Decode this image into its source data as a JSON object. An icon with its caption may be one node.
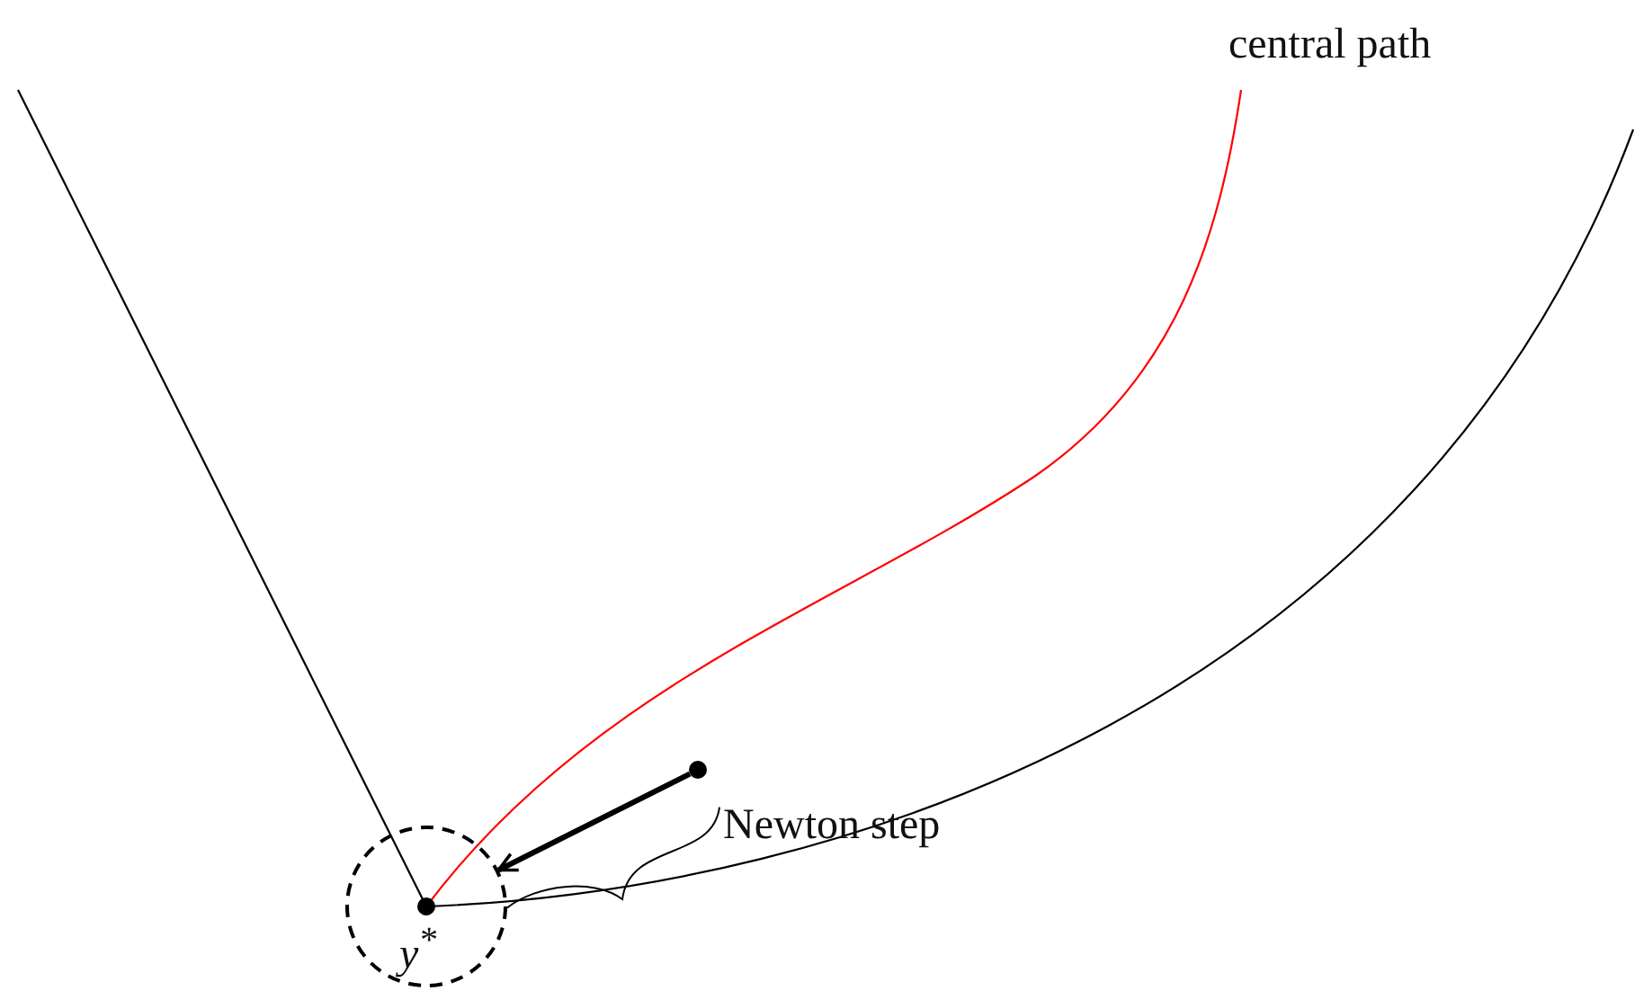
{
  "diagram": {
    "nodes": [
      {
        "text": [
          "Newton step"
        ]
      },
      {
        "text": [],
        "shape": "circle"
      },
      {
        "text": [],
        "shape": "circle"
      }
    ],
    "edges": [
      {
        "from": 0,
        "to": 1,
        "arrow": "none"
      },
      {
        "from": 2,
        "to": 1,
        "arrow": "to",
        "style": "thick"
      }
    ],
    "labels": [
      "central path",
      "y$^{*}$"
    ]
  }
}
